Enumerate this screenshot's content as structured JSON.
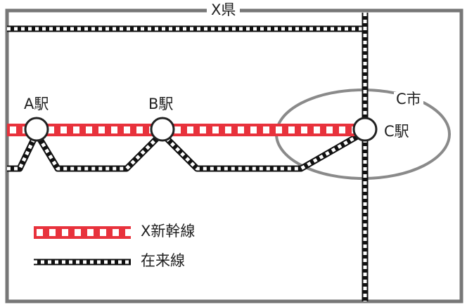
{
  "prefecture_label": "X県",
  "city_label": "C市",
  "stations": [
    {
      "id": "a",
      "label": "A駅"
    },
    {
      "id": "b",
      "label": "B駅"
    },
    {
      "id": "c",
      "label": "C駅"
    }
  ],
  "legend": [
    {
      "id": "shinkansen",
      "label": "X新幹線"
    },
    {
      "id": "conventional",
      "label": "在来線"
    }
  ],
  "colors": {
    "shinkansen": "#e8323c",
    "conventional": "#111111",
    "border": "#777777",
    "city": "#8a8a8a"
  }
}
